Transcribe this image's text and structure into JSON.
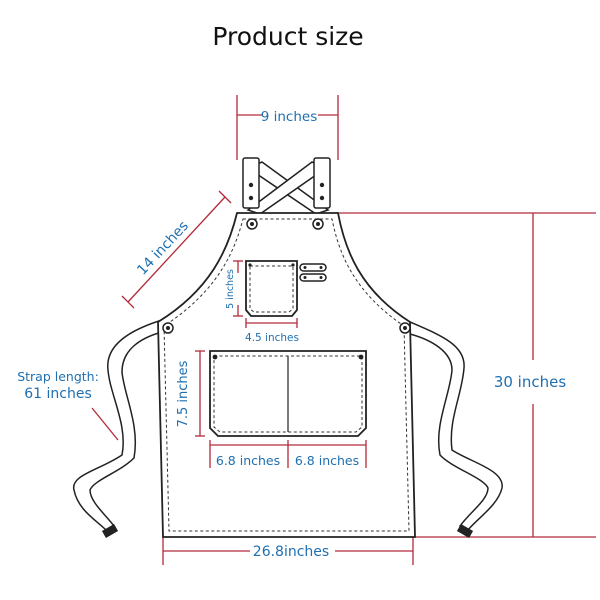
{
  "title": "Product size",
  "labels": {
    "neck_width": "9 inches",
    "shoulder_strap": "14 inches",
    "chest_pocket_height": "5 inches",
    "chest_pocket_width": "4.5 inches",
    "strap_length_title": "Strap length:",
    "strap_length_value": "61 inches",
    "total_length": "30 inches",
    "front_pocket_height": "7.5 inches",
    "front_pocket_left_width": "6.8 inches",
    "front_pocket_right_width": "6.8 inches",
    "bottom_width": "26.8inches"
  },
  "colors": {
    "dimension_lines": "#b22a3a",
    "label_text": "#1f6fb0",
    "outline": "#222222"
  }
}
